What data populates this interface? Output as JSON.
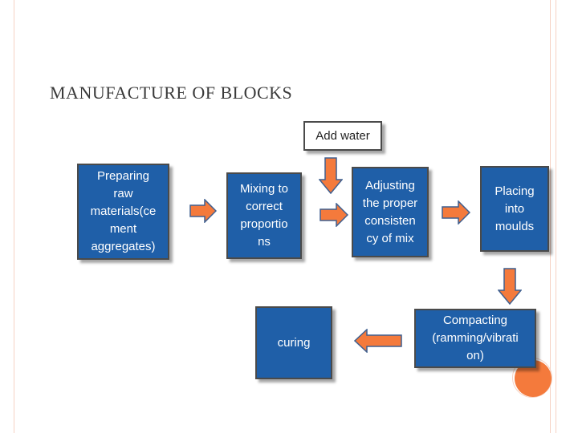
{
  "slide": {
    "title": "MANUFACTURE OF BLOCKS"
  },
  "steps": {
    "add_water": "Add water",
    "preparing": "Preparing\nraw\nmaterials(ce\nment\naggregates)",
    "mixing": "Mixing to\ncorrect\nproportio\nns",
    "adjusting": "Adjusting\nthe proper\nconsisten\ncy of mix",
    "placing": "Placing\ninto\nmoulds",
    "compacting": "Compacting\n(ramming/vibrati\non)",
    "curing": "curing"
  },
  "colors": {
    "box_fill": "#1f5fa8",
    "arrow_fill": "#f47a3c",
    "arrow_stroke": "#3f5f8f",
    "accent_circle": "#f47a3c"
  }
}
